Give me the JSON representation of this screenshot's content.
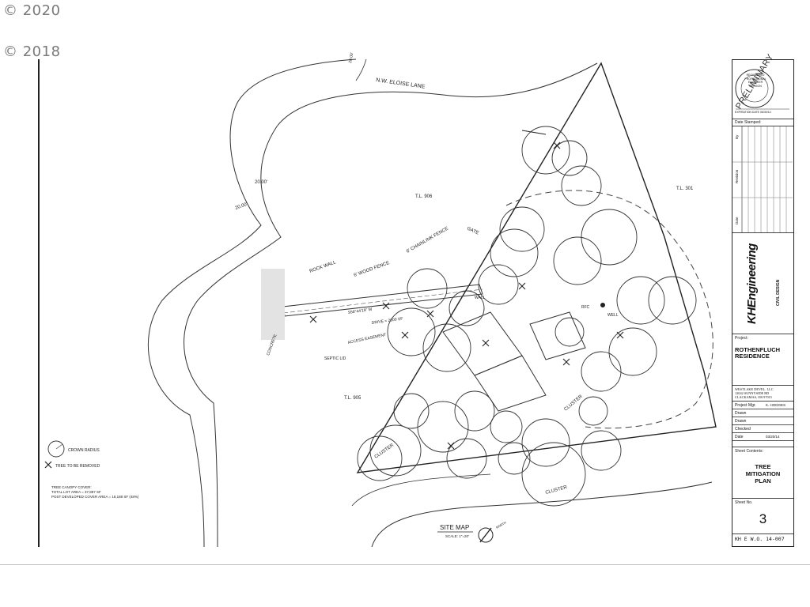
{
  "watermarks": [
    "© 2020",
    "© 2018"
  ],
  "plan": {
    "street": "N.W. ELOISE LANE",
    "dims": [
      "20.00'",
      "20.00'",
      "20.00'"
    ],
    "tl_labels": [
      "T.L. 906",
      "T.L. 301",
      "T.L. 905"
    ],
    "labels": {
      "rock_wall": "ROCK WALL",
      "wood_fence": "6' WOOD FENCE",
      "chainlink": "6' CHAINLINK FENCE",
      "gate": "GATE",
      "wall": "WALL",
      "drive": "DRIVE = 2600 SF",
      "access_easement": "ACCESS EASEMENT",
      "septic": "SEPTIC LID",
      "cluster": "CLUSTER",
      "rfc": "RFC",
      "well": "WELL",
      "bearing": "S58°44'19\" W",
      "concrete": "CONCRETE"
    },
    "legend": {
      "crown": "CROWN RADIUS",
      "remove": "TREE TO BE REMOVED"
    },
    "canopy": {
      "title": "TREE CANOPY COVER:",
      "lot": "TOTAL LOT AREA = 37,897 SF",
      "post": "POST DEVELOPED COVER AREA = 18,188 SF (48%)"
    },
    "site_map": "SITE MAP",
    "scale": "SCALE: 1\"=20'",
    "north": "NORTH"
  },
  "titleblock": {
    "stamp_lines": [
      "REGISTERED PROFESSIONAL",
      "ENGINEER",
      "OREGON",
      "EXPIRATION DATE 06/30/14"
    ],
    "preliminary": "PRELIMINARY",
    "date_stamped": "Date Stamped:",
    "rev_by": "By",
    "rev_revision": "Revision",
    "rev_date": "Date",
    "company": "KHEngineering",
    "company_sub": "CIVIL DESIGN",
    "project_label": "Project:",
    "project_name": "ROTHENFLUCH RESIDENCE",
    "client": [
      "WESTLAKE DEVEL. LLC",
      "12042 SUNNYSIDE RD",
      "CLACKAMAS, OR 97015"
    ],
    "project_mgr_label": "Project Mgr.",
    "project_mgr": "K. HODGES",
    "drawn1": "Drawn",
    "drawn2": "Drawn",
    "checked": "Checked",
    "date_label": "Date",
    "date": "03/20/14",
    "sheet_contents": "Sheet Contents:",
    "sheet_title": [
      "TREE",
      "MITIGATION",
      "PLAN"
    ],
    "sheet_no_label": "Sheet No.",
    "sheet_no": "3",
    "wo": "KH E W.O. 14-007"
  }
}
